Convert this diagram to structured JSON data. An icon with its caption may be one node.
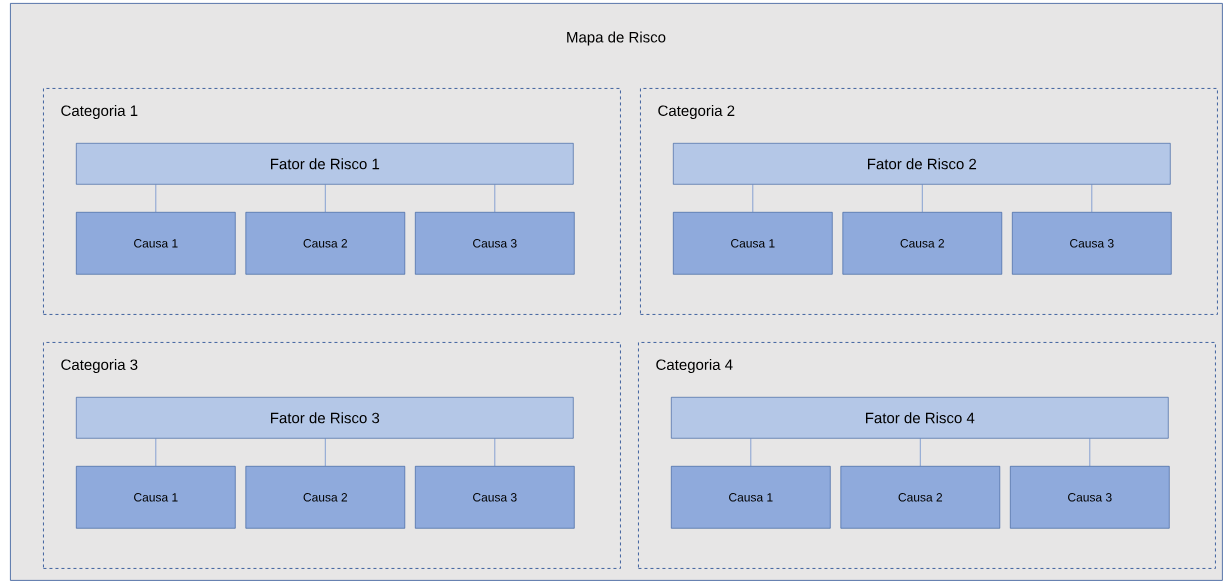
{
  "diagram": {
    "nodes": [
      {
        "text": [
          "Mapa de Risco"
        ]
      },
      {
        "text": [
          "Categoria 1"
        ],
        "in": 0
      },
      {
        "text": [
          "Fator de Risco 1"
        ],
        "in": 1
      },
      {
        "text": [
          "Causa 1"
        ],
        "in": 1
      },
      {
        "text": [
          "Causa 2"
        ],
        "in": 1
      },
      {
        "text": [
          "Causa 3"
        ],
        "in": 1
      },
      {
        "text": [
          "Categoria 2"
        ],
        "in": 0
      },
      {
        "text": [
          "Fator de Risco 2"
        ],
        "in": 6
      },
      {
        "text": [
          "Causa 1"
        ],
        "in": 6
      },
      {
        "text": [
          "Causa 2"
        ],
        "in": 6
      },
      {
        "text": [
          "Causa 3"
        ],
        "in": 6
      },
      {
        "text": [
          "Categoria 3"
        ],
        "in": 0
      },
      {
        "text": [
          "Fator de Risco 3"
        ],
        "in": 11
      },
      {
        "text": [
          "Causa 1"
        ],
        "in": 11
      },
      {
        "text": [
          "Causa 2"
        ],
        "in": 11
      },
      {
        "text": [
          "Causa 3"
        ],
        "in": 11
      },
      {
        "text": [
          "Categoria 4"
        ],
        "in": 0
      },
      {
        "text": [
          "Fator de Risco 4"
        ],
        "in": 16
      },
      {
        "text": [
          "Causa 1"
        ],
        "in": 16
      },
      {
        "text": [
          "Causa 2"
        ],
        "in": 16
      },
      {
        "text": [
          "Causa 3"
        ],
        "in": 16
      }
    ],
    "edges": [
      {
        "from": 2,
        "to": 3,
        "arrow": "none"
      },
      {
        "from": 2,
        "to": 4,
        "arrow": "none"
      },
      {
        "from": 2,
        "to": 5,
        "arrow": "none"
      },
      {
        "from": 7,
        "to": 8,
        "arrow": "none"
      },
      {
        "from": 7,
        "to": 9,
        "arrow": "none"
      },
      {
        "from": 7,
        "to": 10,
        "arrow": "none"
      },
      {
        "from": 12,
        "to": 13,
        "arrow": "none"
      },
      {
        "from": 12,
        "to": 14,
        "arrow": "none"
      },
      {
        "from": 12,
        "to": 15,
        "arrow": "none"
      },
      {
        "from": 17,
        "to": 18,
        "arrow": "none"
      },
      {
        "from": 17,
        "to": 19,
        "arrow": "none"
      },
      {
        "from": 17,
        "to": 20,
        "arrow": "none"
      }
    ]
  }
}
